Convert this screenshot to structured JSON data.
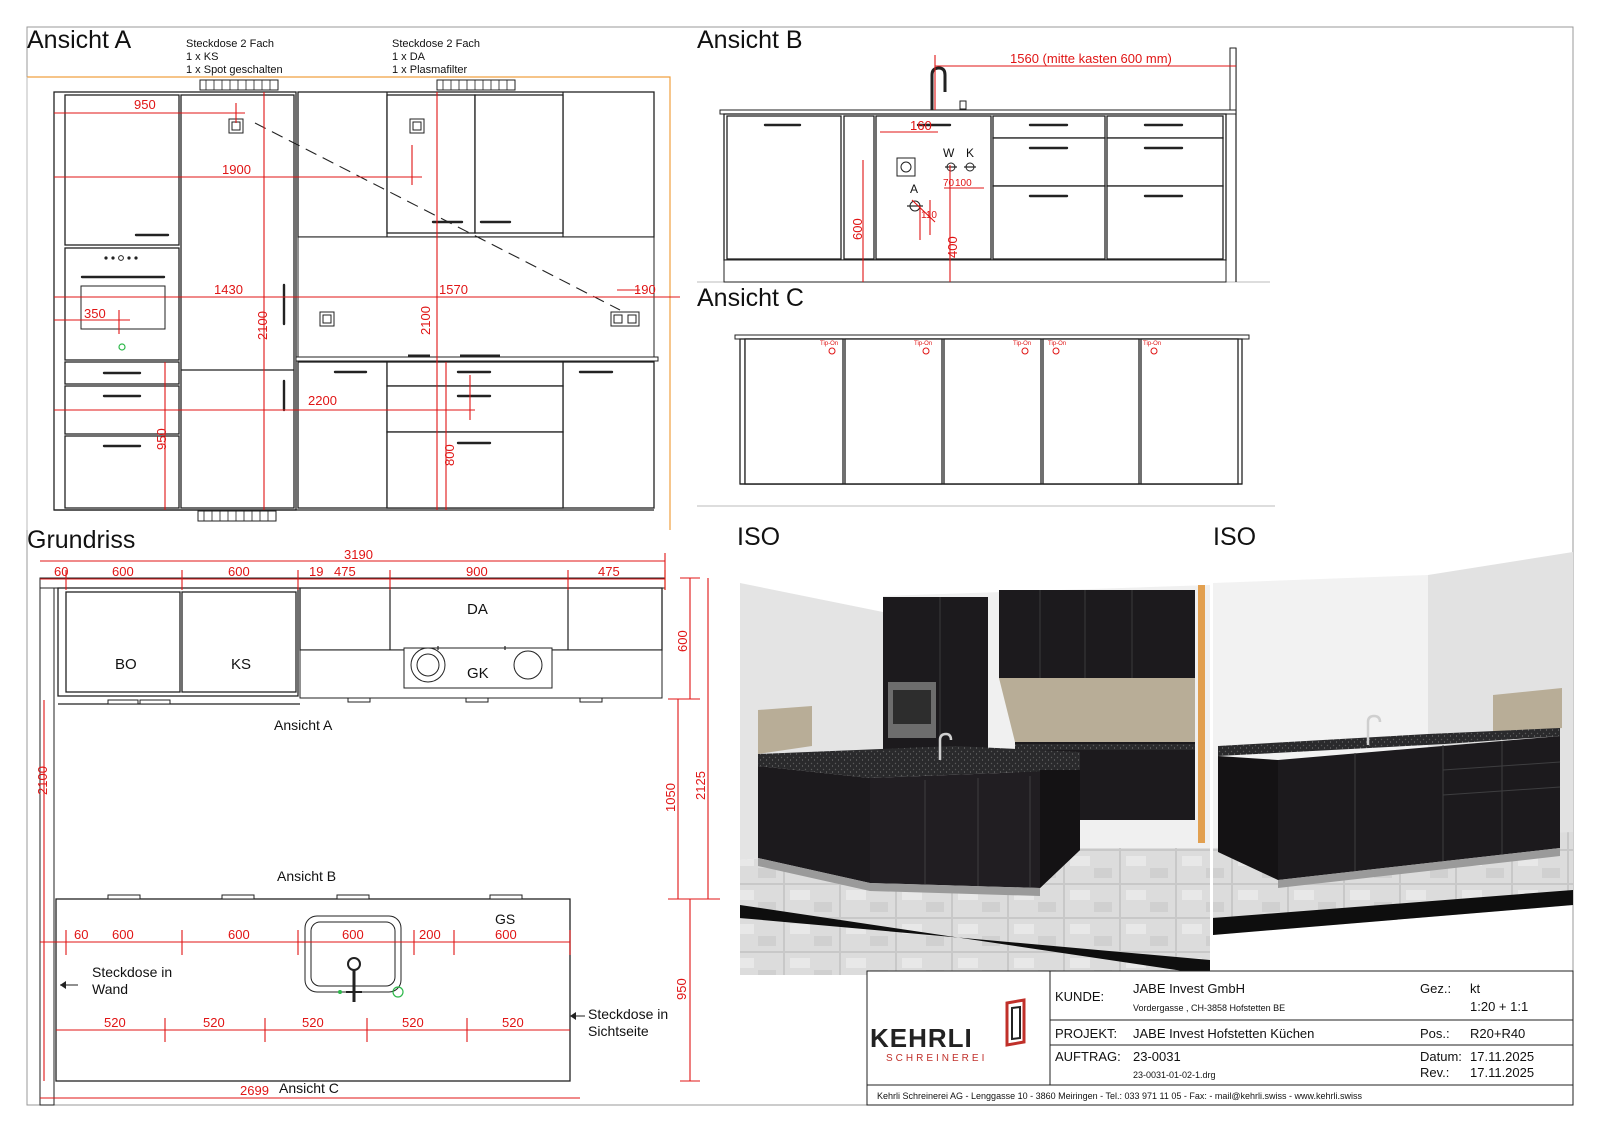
{
  "titles": {
    "view_a": "Ansicht A",
    "view_b": "Ansicht B",
    "view_c": "Ansicht C",
    "plan": "Grundriss",
    "iso_1": "ISO",
    "iso_2": "ISO"
  },
  "view_a": {
    "socket_1": [
      "Steckdose 2 Fach",
      "1 x KS",
      "1 x Spot geschalten"
    ],
    "socket_2": [
      "Steckdose 2 Fach",
      "1 x DA",
      "1 x Plasmafilter"
    ],
    "dims": {
      "d950_top": "950",
      "d1900": "1900",
      "d1430": "1430",
      "d1570": "1570",
      "d190": "190",
      "d350": "350",
      "d2100_a": "2100",
      "d2100_b": "2100",
      "d2200": "2200",
      "d950_side": "950",
      "d800": "800"
    }
  },
  "view_b": {
    "dims": {
      "d1560": "1560 (mitte kasten 600 mm)",
      "d160": "160",
      "d600": "600",
      "d70": "70",
      "d100": "100",
      "d110": "110",
      "d400": "400"
    },
    "labels": {
      "w": "W",
      "k": "K",
      "a": "A"
    }
  },
  "view_c": {
    "tip_on": "Tip-On"
  },
  "plan": {
    "dims": {
      "d3190": "3190",
      "d60_top": "60",
      "d600_1": "600",
      "d600_2": "600",
      "d19": "19",
      "d475_1": "475",
      "d900": "900",
      "d475_2": "475",
      "d600_right": "600",
      "d1050": "1050",
      "d2125": "2125",
      "d2100": "2100",
      "d950": "950",
      "d60_bot": "60",
      "d600_3": "600",
      "d600_4": "600",
      "d600_5": "600",
      "d200": "200",
      "d600_6": "600",
      "d520_1": "520",
      "d520_2": "520",
      "d520_3": "520",
      "d520_4": "520",
      "d520_5": "520",
      "d2699": "2699"
    },
    "labels": {
      "bo": "BO",
      "ks": "KS",
      "da": "DA",
      "gk": "GK",
      "gs": "GS",
      "view_a": "Ansicht A",
      "view_b": "Ansicht B",
      "view_c": "Ansicht C",
      "socket_wall": [
        "Steckdose in",
        "Wand"
      ],
      "socket_view": [
        "Steckdose in",
        "Sichtseite"
      ]
    }
  },
  "title_block": {
    "logo_name": "KEHRLI",
    "logo_sub": "SCHREINEREI",
    "kunde_label": "KUNDE:",
    "kunde_name": "JABE Invest GmbH",
    "kunde_address": "Vordergasse , CH-3858 Hofstetten BE",
    "projekt_label": "PROJEKT:",
    "projekt_value": "JABE Invest Hofstetten Küchen",
    "auftrag_label": "AUFTRAG:",
    "auftrag_value": "23-0031",
    "auftrag_file": "23-0031-01-02-1.drg",
    "gez_label": "Gez.:",
    "gez_value": "kt",
    "scale": "1:20 + 1:1",
    "pos_label": "Pos.:",
    "pos_value": "R20+R40",
    "datum_label": "Datum:",
    "datum_value": "17.11.2025",
    "rev_label": "Rev.:",
    "rev_value": "17.11.2025",
    "footer": "Kehrli Schreinerei AG  -  Lenggasse 10  -  3860 Meiringen  -  Tel.: 033 971 11 05  -  Fax:  -  mail@kehrli.swiss  -  www.kehrli.swiss"
  },
  "colors": {
    "dimension_red": "#e01515",
    "cabinet_black": "#1c1a1d",
    "backsplash_beige": "#b8ad97",
    "logo_red": "#c0302a",
    "outline_orange": "#f0a040"
  }
}
